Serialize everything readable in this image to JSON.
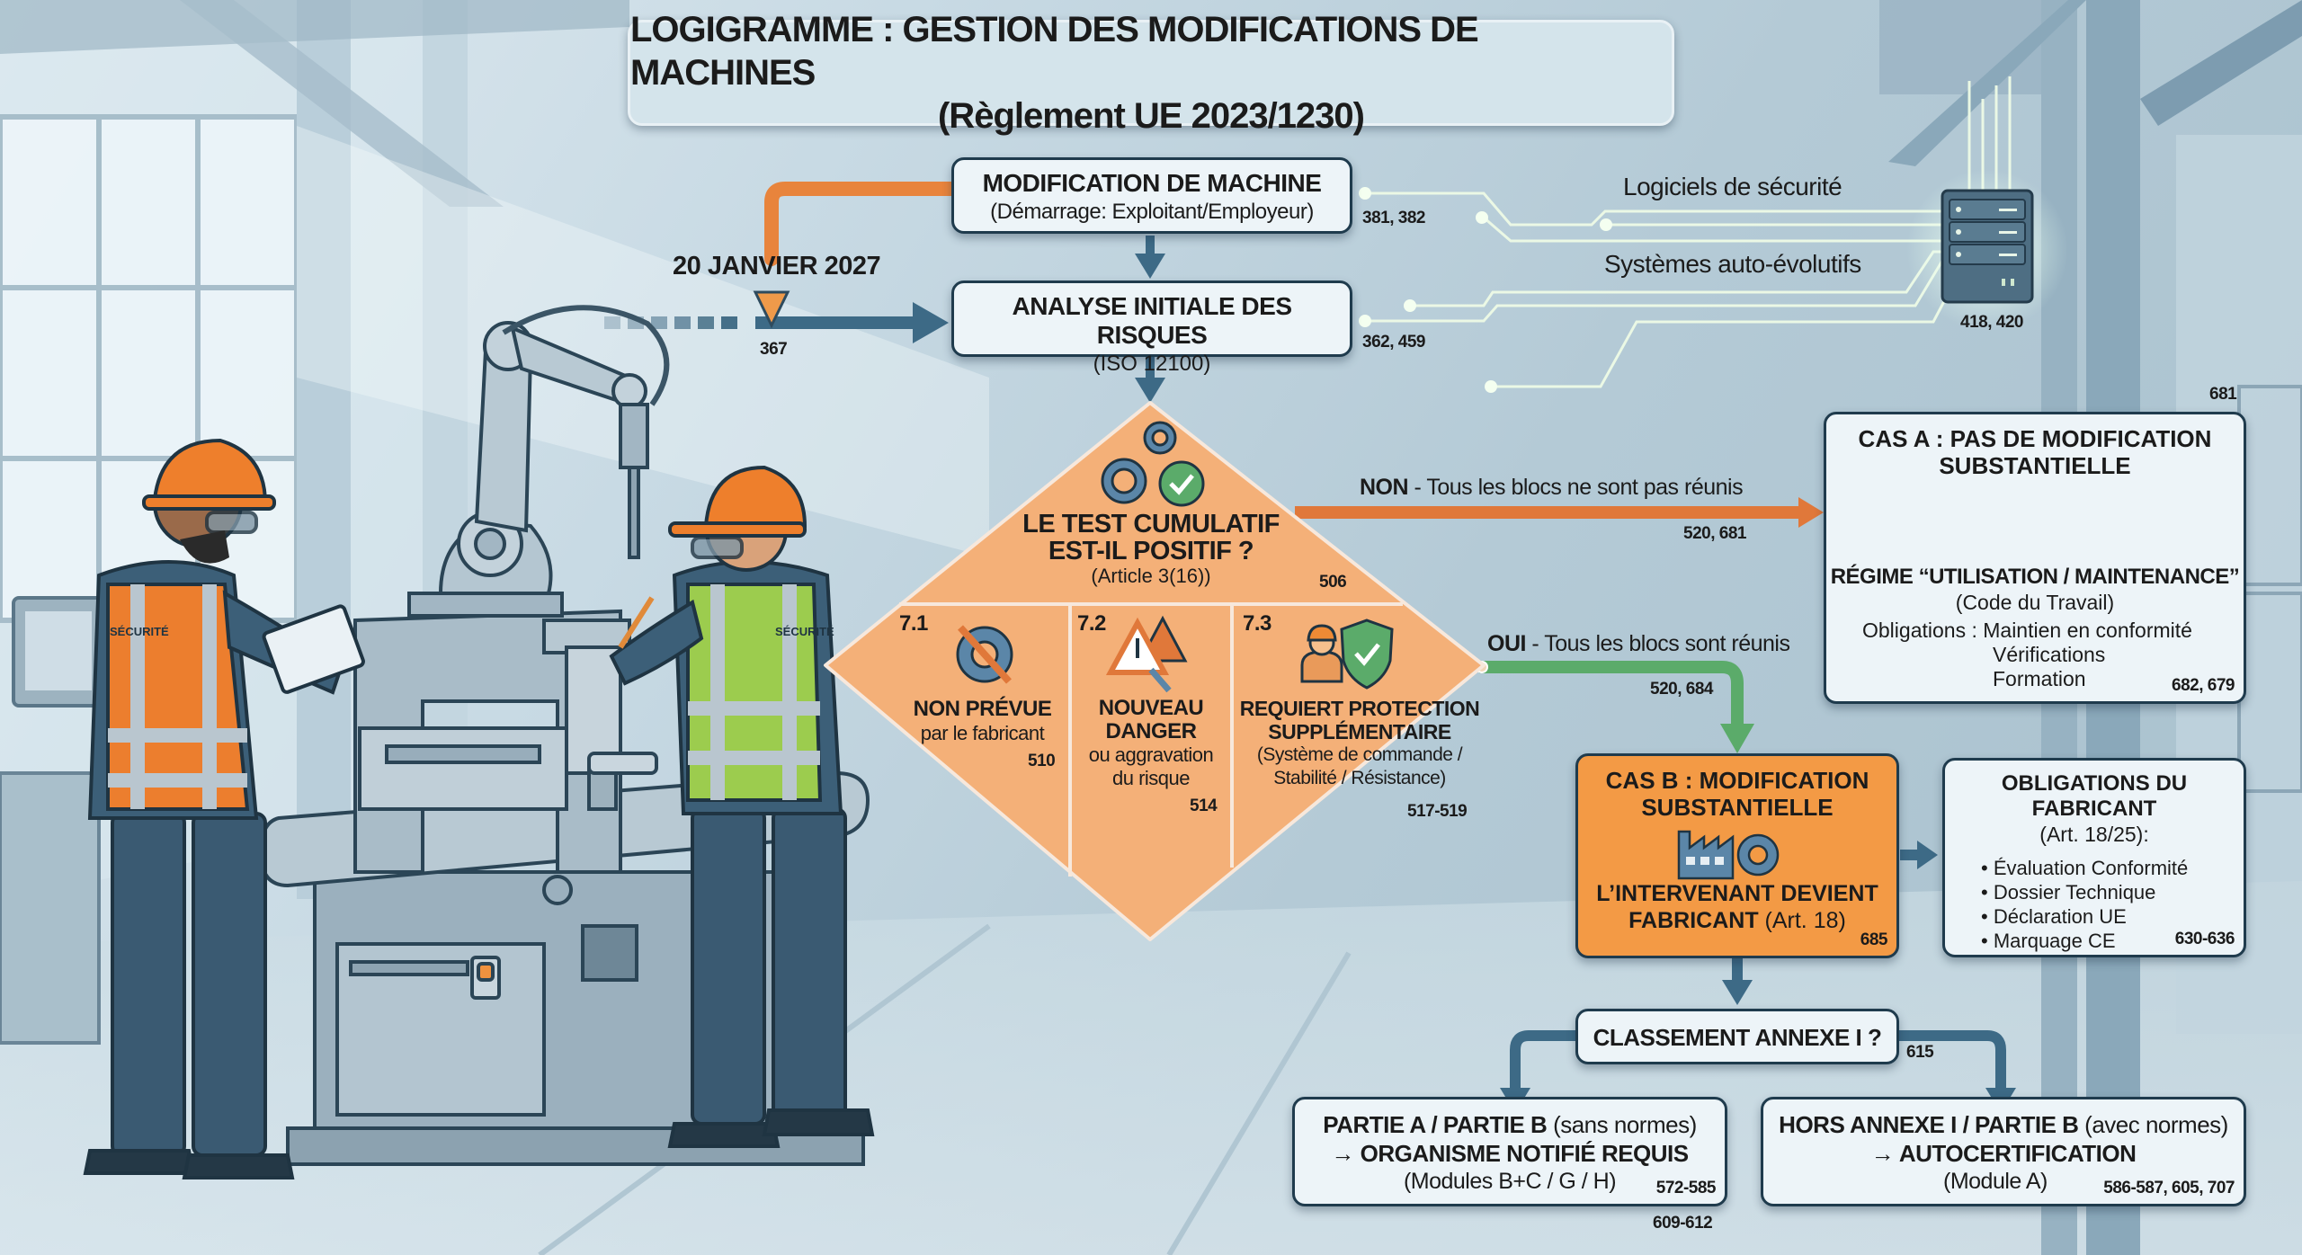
{
  "title": {
    "line1": "LOGIGRAMME : GESTION DES MODIFICATIONS DE MACHINES",
    "line2": "(Règlement UE 2023/1230)"
  },
  "colors": {
    "flow_blue": "#3d6a86",
    "orange": "#e8843c",
    "diamond_orange": "#f4b078",
    "case_b_orange": "#f39a45",
    "green": "#5bab6a",
    "box_bg": "#edf4f8",
    "box_border": "#1f3b4d"
  },
  "timeline": {
    "date": "20 JANVIER 2027",
    "ref": "367"
  },
  "step_modification": {
    "title": "MODIFICATION DE MACHINE",
    "subtitle": "(Démarrage: Exploitant/Employeur)",
    "ref": "381, 382"
  },
  "step_analysis": {
    "title": "ANALYSE INITIALE DES RISQUES",
    "subtitle": "(ISO 12100)",
    "ref": "362, 459"
  },
  "software": {
    "label_security": "Logiciels de sécurité",
    "label_self_evolving": "Systèmes auto-évolutifs",
    "ref": "418, 420",
    "icon": "server-icon"
  },
  "decision": {
    "line1": "LE TEST CUMULATIF",
    "line2": "EST-IL POSITIF ?",
    "subtitle": "(Article 3(16))",
    "ref": "506",
    "icon": "gears-check-icon",
    "criteria": [
      {
        "num": "7.1",
        "title": "NON PRÉVUE",
        "detail": "par le fabricant",
        "ref": "510",
        "icon": "gear-crossed-icon"
      },
      {
        "num": "7.2",
        "title_l1": "NOUVEAU",
        "title_l2": "DANGER",
        "detail_l1": "ou aggravation",
        "detail_l2": "du risque",
        "ref": "514",
        "icon": "warning-magnifier-icon"
      },
      {
        "num": "7.3",
        "title_l1": "REQUIERT PROTECTION",
        "title_l2": "SUPPLÉMENTAIRE",
        "detail_l1": "(Système de commande /",
        "detail_l2": "Stabilité / Résistance)",
        "ref": "517-519",
        "icon": "worker-shield-icon"
      }
    ]
  },
  "branch_no": {
    "keyword": "NON",
    "text": " - Tous les blocs ne sont pas réunis",
    "ref": "520, 681"
  },
  "branch_yes": {
    "keyword": "OUI",
    "text": " - Tous les blocs sont réunis",
    "ref": "520, 684"
  },
  "case_a": {
    "ref_top": "681",
    "title_l1": "CAS A : PAS DE MODIFICATION",
    "title_l2": "SUBSTANTIELLE",
    "regime": "RÉGIME “UTILISATION / MAINTENANCE”",
    "code": "(Code du Travail)",
    "obligations_label": "Obligations : ",
    "obligations": [
      "Maintien en conformité",
      "Vérifications",
      "Formation"
    ],
    "ref": "682, 679"
  },
  "case_b": {
    "title_l1": "CAS B : MODIFICATION",
    "title_l2": "SUBSTANTIELLE",
    "result_l1": "L’INTERVENANT DEVIENT",
    "result_l2_bold": "FABRICANT",
    "result_l2_rest": " (Art. 18)",
    "ref": "685"
  },
  "manufacturer_obligations": {
    "title": "OBLIGATIONS DU FABRICANT",
    "subtitle": "(Art. 18/25):",
    "items": [
      "• Évaluation Conformité",
      "• Dossier Technique",
      "• Déclaration UE",
      "• Marquage CE"
    ],
    "ref": "630-636"
  },
  "annex_question": {
    "label": "CLASSEMENT ANNEXE I ?",
    "ref": "615"
  },
  "outcome_notified": {
    "bold": "PARTIE A / PARTIE B",
    "normal": " (sans normes)",
    "line2": "→ ORGANISME NOTIFIÉ REQUIS",
    "line3": "(Modules B+C / G / H)",
    "ref": "572-585",
    "ref2": "609-612"
  },
  "outcome_self": {
    "bold": "HORS ANNEXE I / PARTIE B",
    "normal": " (avec normes)",
    "line2": "→ AUTOCERTIFICATION",
    "line3": "(Module A)",
    "ref": "586-587, 605, 707"
  },
  "illustration": {
    "vest_label_left": "SÉCURITÉ",
    "vest_label_right": "SÉCURITÉ"
  }
}
